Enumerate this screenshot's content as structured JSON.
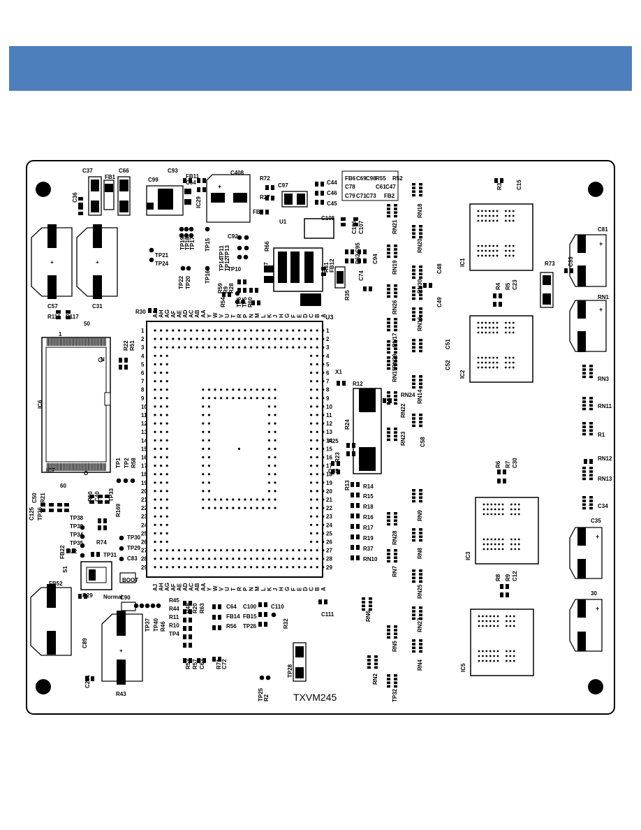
{
  "board": {
    "part_number": "TXVM245",
    "fpga_ref": "U3",
    "colors": {
      "banner": "#4e7fbd",
      "silk": "#000000",
      "board": "#ffffff"
    }
  },
  "bga": {
    "row_numbers": [
      "1",
      "2",
      "3",
      "4",
      "5",
      "6",
      "7",
      "8",
      "9",
      "10",
      "11",
      "12",
      "13",
      "14",
      "15",
      "16",
      "17",
      "18",
      "19",
      "20",
      "21",
      "22",
      "23",
      "24",
      "25",
      "26",
      "27",
      "28",
      "29"
    ],
    "col_letters": [
      "A",
      "B",
      "C",
      "D",
      "E",
      "F",
      "G",
      "H",
      "J",
      "K",
      "L",
      "M",
      "N",
      "P",
      "R",
      "T",
      "U",
      "V",
      "W",
      "Y",
      "AA",
      "AB",
      "AC",
      "AD",
      "AE",
      "AF",
      "AG",
      "AH",
      "AJ"
    ]
  },
  "memory_chips": [
    {
      "ref": "IC1"
    },
    {
      "ref": "IC2"
    },
    {
      "ref": "IC3"
    },
    {
      "ref": "IC5"
    }
  ],
  "labels": [
    {
      "t": "C37"
    },
    {
      "t": "FB1"
    },
    {
      "t": "C66"
    },
    {
      "t": "C93"
    },
    {
      "t": "C99"
    },
    {
      "t": "FB11"
    },
    {
      "t": "C64"
    },
    {
      "t": "IC29"
    },
    {
      "t": "C408"
    },
    {
      "t": "R72"
    },
    {
      "t": "C97"
    },
    {
      "t": "C44"
    },
    {
      "t": "C46"
    },
    {
      "t": "C45"
    },
    {
      "t": "R27"
    },
    {
      "t": "FB9"
    },
    {
      "t": "FB6"
    },
    {
      "t": "C78"
    },
    {
      "t": "C79"
    },
    {
      "t": "C69"
    },
    {
      "t": "C71"
    },
    {
      "t": "C98"
    },
    {
      "t": "C73"
    },
    {
      "t": "C61"
    },
    {
      "t": "FB2"
    },
    {
      "t": "R55"
    },
    {
      "t": "C47"
    },
    {
      "t": "R52"
    },
    {
      "t": "U1"
    },
    {
      "t": "C108"
    },
    {
      "t": "C106"
    },
    {
      "t": "C107"
    },
    {
      "t": "RN18"
    },
    {
      "t": "RN21"
    },
    {
      "t": "RN20"
    },
    {
      "t": "RN19"
    },
    {
      "t": "RN30"
    },
    {
      "t": "C48"
    },
    {
      "t": "RN26"
    },
    {
      "t": "C49"
    },
    {
      "t": "RN16"
    },
    {
      "t": "RN17"
    },
    {
      "t": "C51"
    },
    {
      "t": "RN29"
    },
    {
      "t": "C52"
    },
    {
      "t": "RN15"
    },
    {
      "t": "RN14"
    },
    {
      "t": "C36"
    },
    {
      "t": "C57"
    },
    {
      "t": "C31"
    },
    {
      "t": "R116"
    },
    {
      "t": "R117"
    },
    {
      "t": "R30"
    },
    {
      "t": "IC6"
    },
    {
      "t": "IC7"
    },
    {
      "t": "R22"
    },
    {
      "t": "R51"
    },
    {
      "t": "TP21"
    },
    {
      "t": "TP24"
    },
    {
      "t": "TP19"
    },
    {
      "t": "TP18"
    },
    {
      "t": "TP17"
    },
    {
      "t": "TP15"
    },
    {
      "t": "TP22"
    },
    {
      "t": "TP20"
    },
    {
      "t": "TP16"
    },
    {
      "t": "TP14"
    },
    {
      "t": "TP11"
    },
    {
      "t": "TP12"
    },
    {
      "t": "TP13"
    },
    {
      "t": "TP10"
    },
    {
      "t": "C92"
    },
    {
      "t": "R66"
    },
    {
      "t": "R59"
    },
    {
      "t": "R9"
    },
    {
      "t": "R28"
    },
    {
      "t": "R54"
    },
    {
      "t": "TP7"
    },
    {
      "t": "TP6"
    },
    {
      "t": "TP5"
    },
    {
      "t": "R60"
    },
    {
      "t": "R61"
    },
    {
      "t": "FB12"
    },
    {
      "t": "C95"
    },
    {
      "t": "R62"
    },
    {
      "t": "C94"
    },
    {
      "t": "C74"
    },
    {
      "t": "R35"
    },
    {
      "t": "X1"
    },
    {
      "t": "R12"
    },
    {
      "t": "RN24"
    },
    {
      "t": "RN22"
    },
    {
      "t": "RN23"
    },
    {
      "t": "C58"
    },
    {
      "t": "R24"
    },
    {
      "t": "R25"
    },
    {
      "t": "R23"
    },
    {
      "t": "C85"
    },
    {
      "t": "R13"
    },
    {
      "t": "R14"
    },
    {
      "t": "R15"
    },
    {
      "t": "R18"
    },
    {
      "t": "R16"
    },
    {
      "t": "R17"
    },
    {
      "t": "R19"
    },
    {
      "t": "R37"
    },
    {
      "t": "RN10"
    },
    {
      "t": "RN28"
    },
    {
      "t": "RN9"
    },
    {
      "t": "RN8"
    },
    {
      "t": "RN7"
    },
    {
      "t": "RN25"
    },
    {
      "t": "RN27"
    },
    {
      "t": "RN6"
    },
    {
      "t": "RN5"
    },
    {
      "t": "RN4"
    },
    {
      "t": "RN2"
    },
    {
      "t": "TP32"
    },
    {
      "t": "TP1"
    },
    {
      "t": "TP2"
    },
    {
      "t": "R58"
    },
    {
      "t": "R50"
    },
    {
      "t": "C40"
    },
    {
      "t": "TP33"
    },
    {
      "t": "R169"
    },
    {
      "t": "C50"
    },
    {
      "t": "R21"
    },
    {
      "t": "C125"
    },
    {
      "t": "TP36"
    },
    {
      "t": "TP38"
    },
    {
      "t": "TP39"
    },
    {
      "t": "TP34"
    },
    {
      "t": "TP35"
    },
    {
      "t": "U2"
    },
    {
      "t": "R74"
    },
    {
      "t": "TP31"
    },
    {
      "t": "TP30"
    },
    {
      "t": "TP29"
    },
    {
      "t": "C83"
    },
    {
      "t": "FB22"
    },
    {
      "t": "S1"
    },
    {
      "t": "R29"
    },
    {
      "t": "Normal"
    },
    {
      "t": "BOOT"
    },
    {
      "t": "C90"
    },
    {
      "t": "FB52"
    },
    {
      "t": "C89"
    },
    {
      "t": "C221"
    },
    {
      "t": "R43"
    },
    {
      "t": "R45"
    },
    {
      "t": "R44"
    },
    {
      "t": "R11"
    },
    {
      "t": "R10"
    },
    {
      "t": "TP4"
    },
    {
      "t": "TP37"
    },
    {
      "t": "TP40"
    },
    {
      "t": "R46"
    },
    {
      "t": "R48"
    },
    {
      "t": "R20"
    },
    {
      "t": "R63"
    },
    {
      "t": "R53"
    },
    {
      "t": "R57"
    },
    {
      "t": "C63"
    },
    {
      "t": "C64"
    },
    {
      "t": "FB14"
    },
    {
      "t": "R56"
    },
    {
      "t": "R71"
    },
    {
      "t": "C72"
    },
    {
      "t": "C100"
    },
    {
      "t": "FB15"
    },
    {
      "t": "TP26"
    },
    {
      "t": "C110"
    },
    {
      "t": "R32"
    },
    {
      "t": "C111"
    },
    {
      "t": "TP28"
    },
    {
      "t": "TP25"
    },
    {
      "t": "R2"
    },
    {
      "t": "R3"
    },
    {
      "t": "C15"
    },
    {
      "t": "C81"
    },
    {
      "t": "R73"
    },
    {
      "t": "C33"
    },
    {
      "t": "R4"
    },
    {
      "t": "R5"
    },
    {
      "t": "C23"
    },
    {
      "t": "RN1"
    },
    {
      "t": "RN3"
    },
    {
      "t": "RN11"
    },
    {
      "t": "R1"
    },
    {
      "t": "RN12"
    },
    {
      "t": "RN13"
    },
    {
      "t": "C34"
    },
    {
      "t": "R6"
    },
    {
      "t": "R7"
    },
    {
      "t": "C30"
    },
    {
      "t": "C35"
    },
    {
      "t": "R8"
    },
    {
      "t": "R9"
    },
    {
      "t": "C12"
    },
    {
      "t": "30"
    },
    {
      "t": "1"
    },
    {
      "t": "50"
    },
    {
      "t": "60"
    },
    {
      "t": "O"
    },
    {
      "t": "N"
    }
  ]
}
